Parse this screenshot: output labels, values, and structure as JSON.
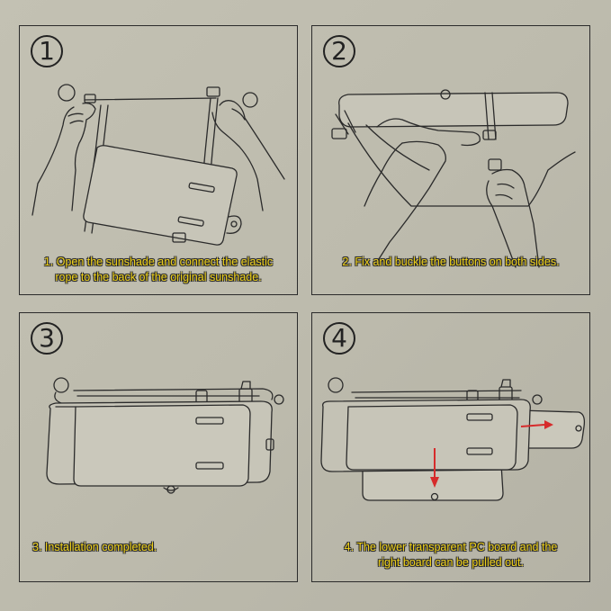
{
  "steps": [
    {
      "number": "1",
      "caption_lines": [
        "1. Open the sunshade and connect the elastic",
        "rope to the back of the original sunshade."
      ]
    },
    {
      "number": "2",
      "caption_lines": [
        "2. Fix and buckle the buttons on both sides."
      ]
    },
    {
      "number": "3",
      "caption_lines": [
        "3. Installation completed."
      ]
    },
    {
      "number": "4",
      "caption_lines": [
        "4. The lower transparent PC board and the",
        "right board can be pulled out."
      ]
    }
  ],
  "colors": {
    "background": "#bdbbad",
    "line": "#2b2b2b",
    "caption_text": "#f0d21a",
    "arrow": "#d62b2b"
  }
}
